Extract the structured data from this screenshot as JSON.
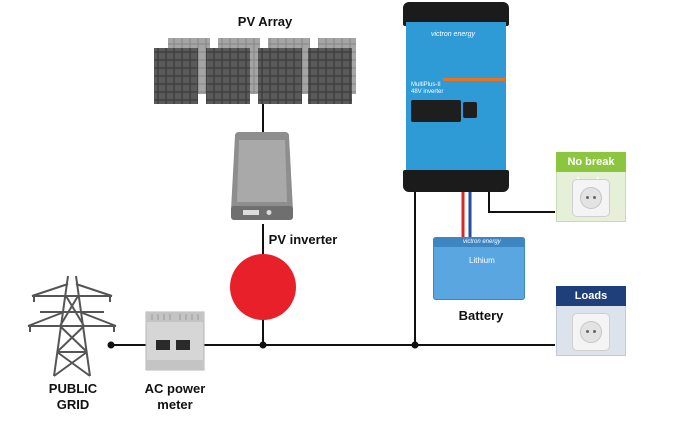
{
  "labels": {
    "pv_array": "PV Array",
    "pv_inverter": "PV inverter",
    "battery": "Battery",
    "public_grid_line1": "PUBLIC",
    "public_grid_line2": "GRID",
    "ac_meter_line1": "AC power",
    "ac_meter_line2": "meter"
  },
  "load_boxes": {
    "no_break": {
      "title": "No break loads",
      "color": "#8cc63f"
    },
    "loads": {
      "title": "Loads",
      "color": "#1f3f7a"
    }
  },
  "multiplus": {
    "brand": "victron energy",
    "model_line1": "MultiPlus-II",
    "model_line2": "48V inverter",
    "color": "#2f9bd6"
  },
  "battery_device": {
    "brand": "victron energy",
    "title": "Lithium",
    "color": "#5aa6e0"
  },
  "colors": {
    "wire": "#111111",
    "dc_positive": "#d62828",
    "dc_negative": "#1f4ea3",
    "ac_indicator": "#e8202a"
  }
}
